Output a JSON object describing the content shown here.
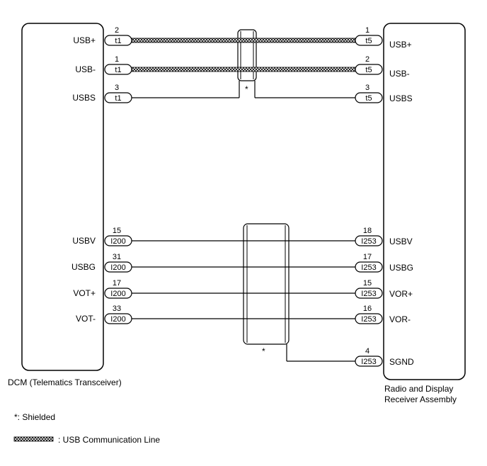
{
  "left_component": {
    "name": "DCM (Telematics Transceiver)",
    "terminals": [
      "USB+",
      "USB-",
      "USBS",
      "USBV",
      "USBG",
      "VOT+",
      "VOT-"
    ]
  },
  "right_component": {
    "name_line1": "Radio and Display",
    "name_line2": "Receiver Assembly",
    "terminals": [
      "USB+",
      "USB-",
      "USBS",
      "USBV",
      "USBG",
      "VOR+",
      "VOR-",
      "SGND"
    ]
  },
  "wires": [
    {
      "left_label": "USB+",
      "left_pin": "2",
      "left_conn": "t1",
      "right_pin": "1",
      "right_conn": "t5",
      "right_label": "USB+",
      "usb_line": true
    },
    {
      "left_label": "USB-",
      "left_pin": "1",
      "left_conn": "t1",
      "right_pin": "2",
      "right_conn": "t5",
      "right_label": "USB-",
      "usb_line": true
    },
    {
      "left_label": "USBS",
      "left_pin": "3",
      "left_conn": "t1",
      "right_pin": "3",
      "right_conn": "t5",
      "right_label": "USBS",
      "usb_line": false
    },
    {
      "left_label": "USBV",
      "left_pin": "15",
      "left_conn": "I200",
      "right_pin": "18",
      "right_conn": "I253",
      "right_label": "USBV",
      "usb_line": false
    },
    {
      "left_label": "USBG",
      "left_pin": "31",
      "left_conn": "I200",
      "right_pin": "17",
      "right_conn": "I253",
      "right_label": "USBG",
      "usb_line": false
    },
    {
      "left_label": "VOT+",
      "left_pin": "17",
      "left_conn": "I200",
      "right_pin": "15",
      "right_conn": "I253",
      "right_label": "VOR+",
      "usb_line": false
    },
    {
      "left_label": "VOT-",
      "left_pin": "33",
      "left_conn": "I200",
      "right_pin": "16",
      "right_conn": "I253",
      "right_label": "VOR-",
      "usb_line": false
    }
  ],
  "sgnd": {
    "right_pin": "4",
    "right_conn": "I253",
    "right_label": "SGND"
  },
  "shield_marks": [
    "*",
    "*"
  ],
  "legend": {
    "shielded": "*: Shielded",
    "usb_line": ": USB Communication Line"
  }
}
